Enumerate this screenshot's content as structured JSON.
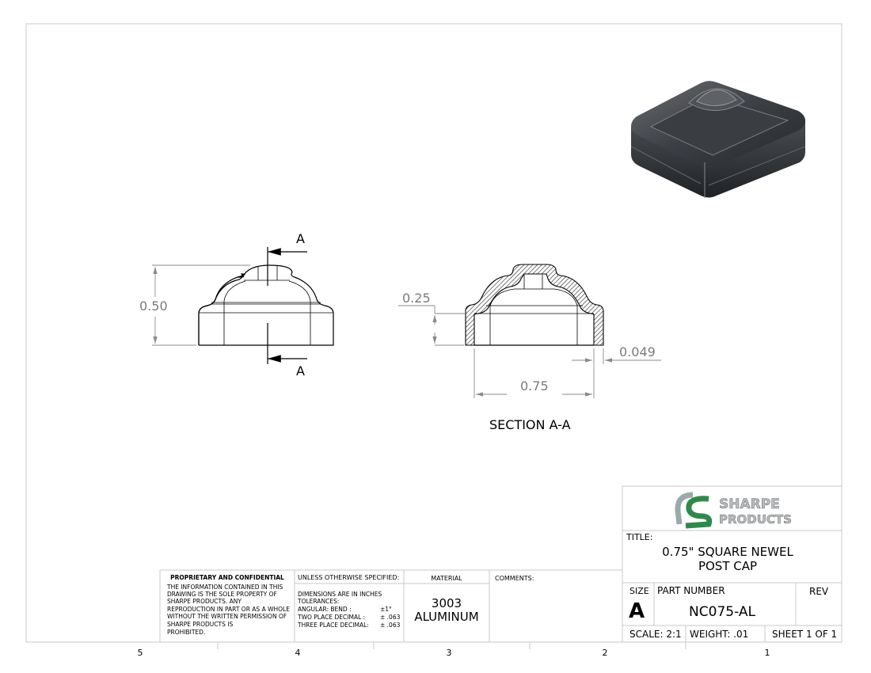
{
  "views": {
    "front": {
      "height_dim": "0.50",
      "section_label_top": "A",
      "section_label_bottom": "A"
    },
    "section": {
      "height_dim": "0.25",
      "wall_dim": "0.049",
      "width_dim": "0.75",
      "caption": "SECTION A-A"
    }
  },
  "zones": [
    "5",
    "4",
    "3",
    "2",
    "1"
  ],
  "title_block": {
    "company_logo_text": "SHARPE PRODUCTS",
    "title_label": "TITLE:",
    "title_line1": "0.75\" SQUARE NEWEL",
    "title_line2": "POST CAP",
    "size_label": "SIZE",
    "size_value": "A",
    "part_number_label": "PART NUMBER",
    "part_number": "NC075-AL",
    "rev_label": "REV",
    "scale": "SCALE: 2:1",
    "weight": "WEIGHT: .01",
    "sheet": "SHEET 1 OF 1"
  },
  "notes": {
    "proprietary_header": "PROPRIETARY AND CONFIDENTIAL",
    "proprietary_lines": [
      "THE INFORMATION CONTAINED IN THIS",
      "DRAWING IS THE SOLE PROPERTY OF",
      "SHARPE PRODUCTS.  ANY",
      "REPRODUCTION IN PART OR AS A WHOLE",
      "WITHOUT THE WRITTEN PERMISSION OF",
      "SHARPE PRODUCTS IS",
      "PROHIBITED."
    ],
    "unless_header": "UNLESS OTHERWISE SPECIFIED:",
    "tolerance_lines": [
      "DIMENSIONS ARE IN INCHES",
      "TOLERANCES:",
      "ANGULAR: BEND :",
      "TWO PLACE DECIMAL  :",
      "THREE PLACE DECIMAL:"
    ],
    "tolerance_values": [
      "±1°",
      "± .063",
      "± .063"
    ],
    "material_header": "MATERIAL",
    "material_line1": "3003",
    "material_line2": "ALUMINUM",
    "comments_header": "COMMENTS:"
  }
}
